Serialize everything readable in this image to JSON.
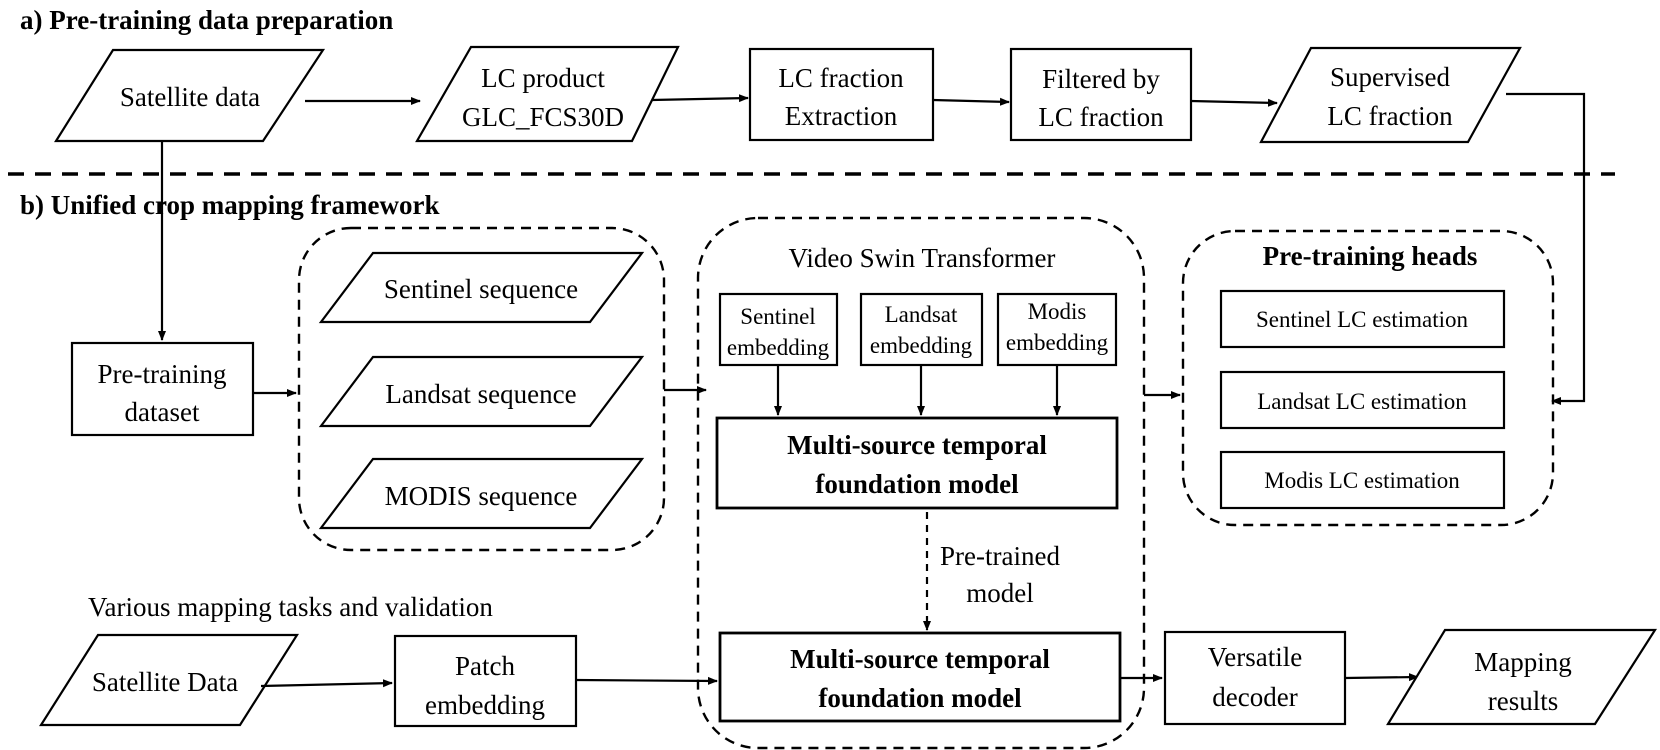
{
  "sections": {
    "a": "a)   Pre-training data preparation",
    "b": "b) Unified crop mapping framework"
  },
  "prep": {
    "satellite": "Satellite  data",
    "lc_product_1": "LC product",
    "lc_product_2": "GLC_FCS30D",
    "lc_fraction_1": "LC fraction",
    "lc_fraction_2": "Extraction",
    "filtered_1": "Filtered by",
    "filtered_2": "LC fraction",
    "supervised_1": "Supervised",
    "supervised_2": "LC fraction"
  },
  "framework": {
    "pretraining_dataset_1": "Pre-training",
    "pretraining_dataset_2": "dataset",
    "sequences": [
      "Sentinel sequence",
      "Landsat sequence",
      "MODIS sequence"
    ],
    "vst_title": "Video Swin Transformer",
    "embeddings": [
      {
        "l1": "Sentinel",
        "l2": "embedding"
      },
      {
        "l1": "Landsat",
        "l2": "embedding"
      },
      {
        "l1": "Modis",
        "l2": "embedding"
      }
    ],
    "foundation_1": "Multi-source temporal",
    "foundation_2": "foundation model",
    "pretrained_1": "Pre-trained",
    "pretrained_2": "model",
    "heads_title": "Pre-training heads",
    "heads": [
      "Sentinel LC estimation",
      "Landsat LC estimation",
      "Modis LC estimation"
    ]
  },
  "tasks": {
    "title": "Various mapping tasks and validation",
    "satellite": "Satellite  Data",
    "patch_1": "Patch",
    "patch_2": "embedding",
    "decoder_1": "Versatile",
    "decoder_2": "decoder",
    "results_1": "Mapping",
    "results_2": "results"
  }
}
